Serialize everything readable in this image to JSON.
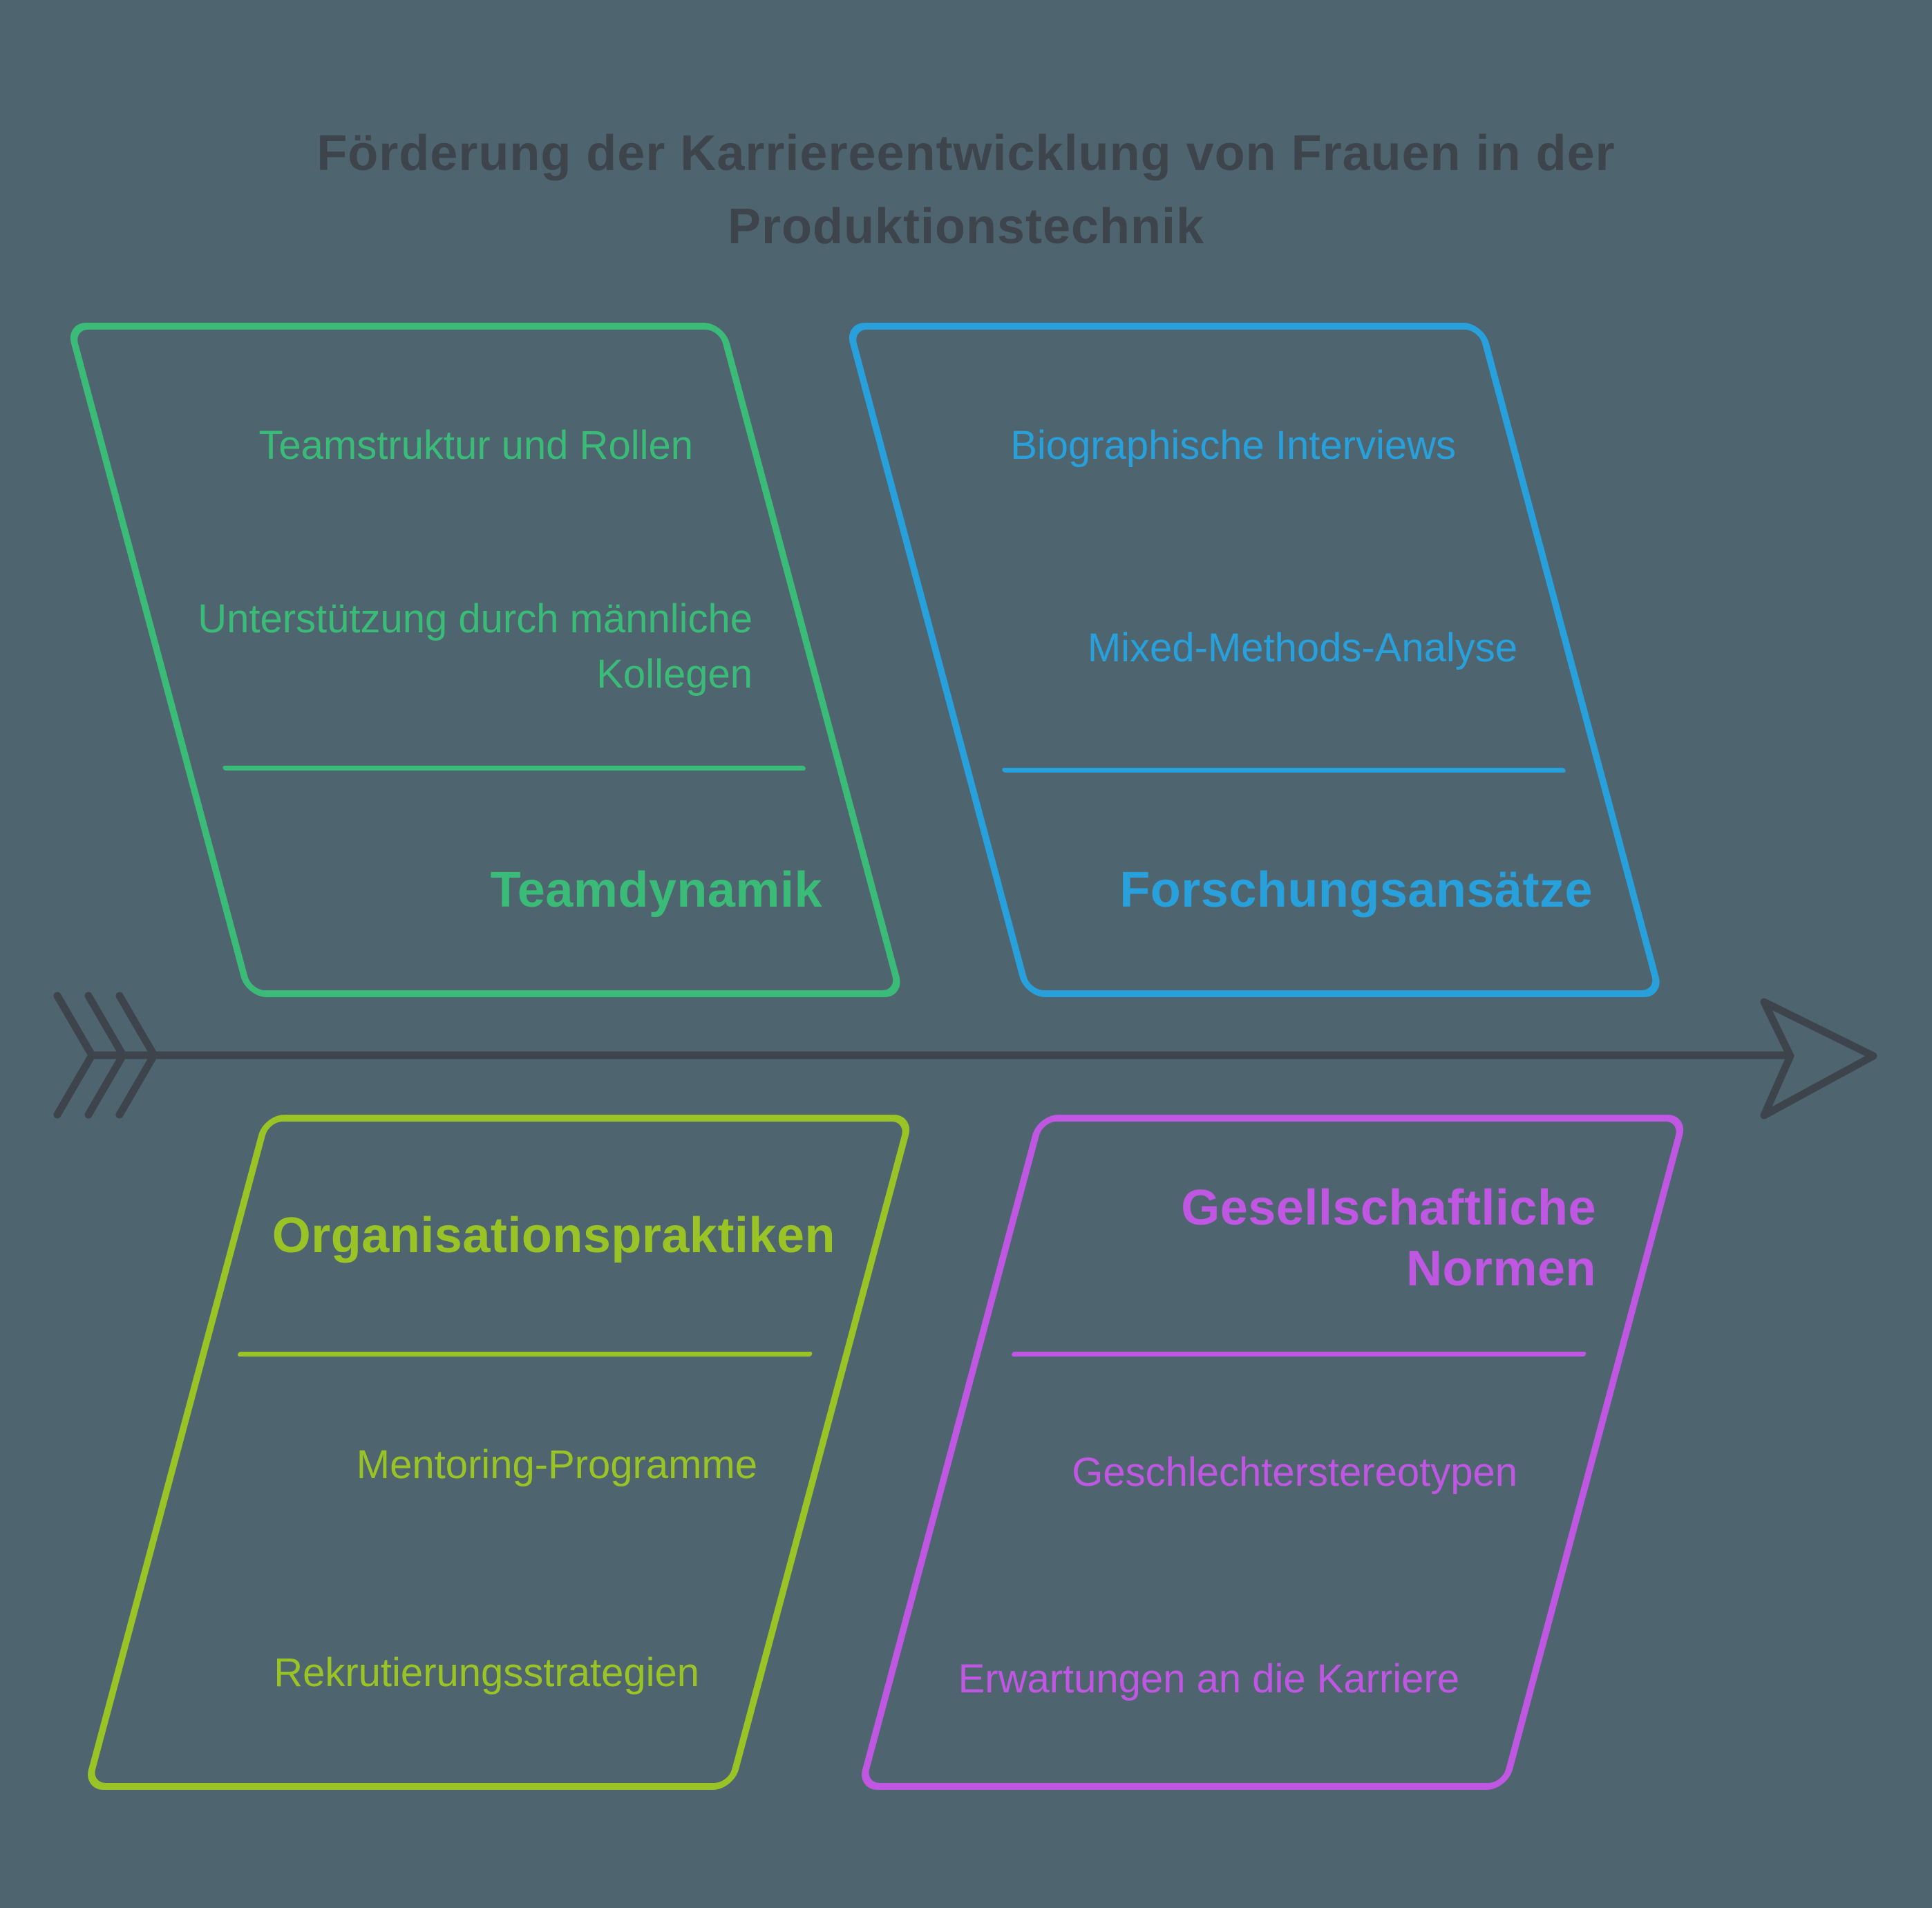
{
  "title": {
    "line1": "Förderung der Karriereentwicklung von Frauen in der",
    "line2": "Produktionstechnik"
  },
  "colors": {
    "background": "#4e656f",
    "ink": "#3d444c",
    "green": "#3bbb78",
    "blue": "#28a0dc",
    "olive": "#9ac426",
    "purple": "#c057e2"
  },
  "diagram_type": "fishbone",
  "branches": [
    {
      "id": "teamdynamik",
      "position": "top-left",
      "label": "Teamdynamik",
      "color": "#3bbb78",
      "items": [
        "Teamstruktur und Rollen",
        "Unterstützung durch männliche Kollegen"
      ]
    },
    {
      "id": "forschungsansaetze",
      "position": "top-right",
      "label": "Forschungsansätze",
      "color": "#28a0dc",
      "items": [
        "Biographische Interviews",
        "Mixed-Methods-Analyse"
      ]
    },
    {
      "id": "organisationspraktiken",
      "position": "bottom-left",
      "label": "Organisationspraktiken",
      "color": "#9ac426",
      "items": [
        "Mentoring-Programme",
        "Rekrutierungsstrategien"
      ]
    },
    {
      "id": "gesellschaftliche-normen",
      "position": "bottom-right",
      "label": "Gesellschaftliche Normen",
      "color": "#c057e2",
      "items": [
        "Geschlechterstereotypen",
        "Erwartungen an die Karriere"
      ]
    }
  ]
}
